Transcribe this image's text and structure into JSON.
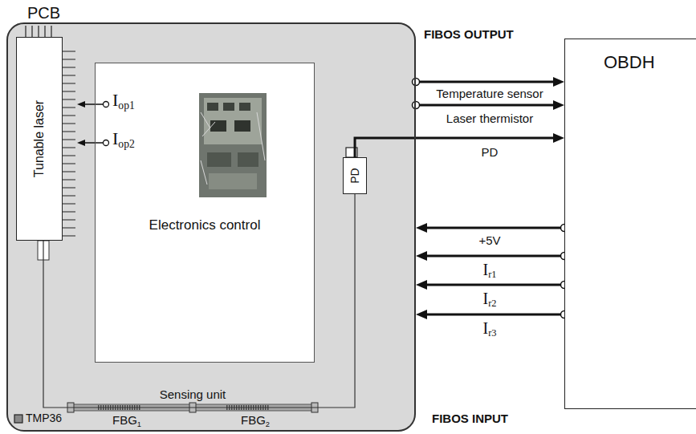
{
  "diagram": {
    "nodes": [
      {
        "text": [
          "PCB"
        ]
      },
      {
        "text": [
          "Tunable laser"
        ],
        "in": 0
      },
      {
        "text": [
          "Electronics control"
        ],
        "in": 0
      },
      {
        "text": [
          "PD"
        ],
        "in": 0
      },
      {
        "text": [
          "OBDH"
        ]
      }
    ],
    "edges": [
      {
        "from": 0,
        "to": 4,
        "label": "Temperature sensor",
        "arrow": "to"
      },
      {
        "from": 0,
        "to": 4,
        "label": "Laser thermistor",
        "arrow": "to"
      },
      {
        "from": 3,
        "to": 4,
        "label": "PD",
        "arrow": "to"
      },
      {
        "from": 4,
        "to": 0,
        "label": "+5V",
        "arrow": "to"
      },
      {
        "from": 4,
        "to": 0,
        "label": "Ir1",
        "arrow": "to"
      },
      {
        "from": 4,
        "to": 0,
        "label": "Ir2",
        "arrow": "to"
      },
      {
        "from": 4,
        "to": 0,
        "label": "Ir3",
        "arrow": "to"
      },
      {
        "from": 1,
        "to": 3,
        "label": "Sensing unit",
        "arrow": "none"
      }
    ],
    "labels": [
      "FIBOS OUTPUT",
      "FIBOS INPUT",
      "Iop1",
      "Iop2",
      "FBG1",
      "FBG2",
      "TMP36"
    ]
  }
}
